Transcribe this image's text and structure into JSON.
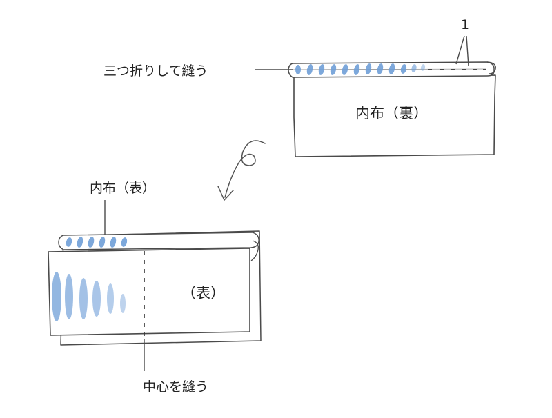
{
  "labels": {
    "marker_number": "1",
    "fold_and_sew": "三つ折りして縫う",
    "inner_fabric_back": "内布（裏）",
    "inner_fabric_front": "内布（表）",
    "front_side": "（表）",
    "sew_center": "中心を縫う"
  },
  "colors": {
    "line": "#4a4a4a",
    "stitch_blue": "#6f9fd8",
    "pale_blue": "#b7cdee"
  },
  "icons": {
    "curved_arrow": "curved-arrow-down-left"
  }
}
